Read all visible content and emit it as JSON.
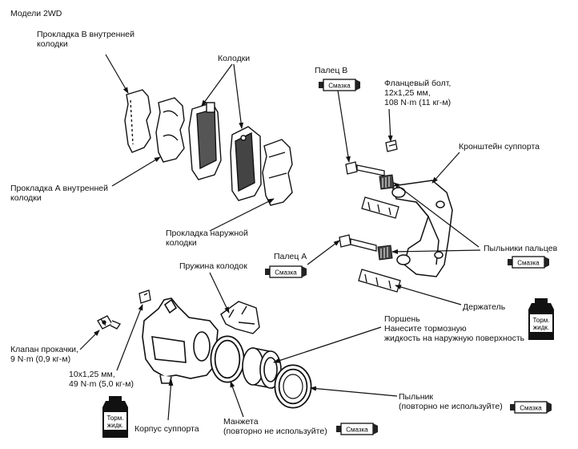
{
  "title": "Модели 2WD",
  "labels": {
    "pad_b_inner": "Прокладка В внутренней\nколодки",
    "pads": "Колодки",
    "pin_b": "Палец В",
    "flange_bolt": "Фланцевый болт,\n12x1,25 мм,\n108 N·m (11 кг-м)",
    "bracket": "Кронштейн суппорта",
    "pad_a_inner": "Прокладка А внутренней\nколодки",
    "shim_outer": "Прокладка наружной\nколодки",
    "pin_boots": "Пыльники пальцев",
    "pin_a": "Палец А",
    "pad_spring": "Пружина колодок",
    "retainer": "Держатель",
    "piston": "Поршень\nНанесите тормозную\nжидкость на наружную поверхность",
    "bleeder": "Клапан прокачки,\n9 N·m (0,9 кг-м)",
    "bolt_10": "10x1,25 мм,\n49 N·m (5,0 кг-м)",
    "caliper_body": "Корпус суппорта",
    "seal": "Манжета\n(повторно не используйте)",
    "boot": "Пыльник\n(повторно не используйте)"
  },
  "tube_label": "Смазка",
  "bottle_label": [
    "Торм.",
    "жидк."
  ]
}
